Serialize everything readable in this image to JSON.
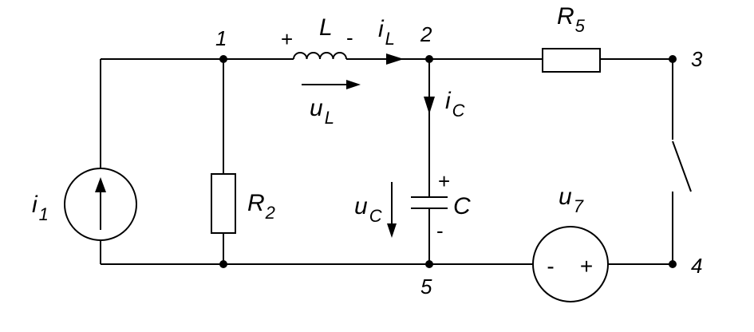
{
  "nodes": {
    "n1": "1",
    "n2": "2",
    "n3": "3",
    "n4": "4",
    "n5": "5"
  },
  "inductor": {
    "symbol": "L",
    "plus": "+",
    "minus": "-",
    "current": "i",
    "current_sub": "L",
    "voltage": "u",
    "voltage_sub": "L"
  },
  "resistor2": {
    "symbol": "R",
    "sub": "2"
  },
  "resistor5": {
    "symbol": "R",
    "sub": "5"
  },
  "capacitor": {
    "symbol": "C",
    "plus": "+",
    "minus": "-",
    "current": "i",
    "current_sub": "C",
    "voltage": "u",
    "voltage_sub": "C"
  },
  "current_source": {
    "symbol": "i",
    "sub": "1"
  },
  "voltage_source": {
    "symbol": "u",
    "sub": "7",
    "minus": "-",
    "plus": "+"
  }
}
